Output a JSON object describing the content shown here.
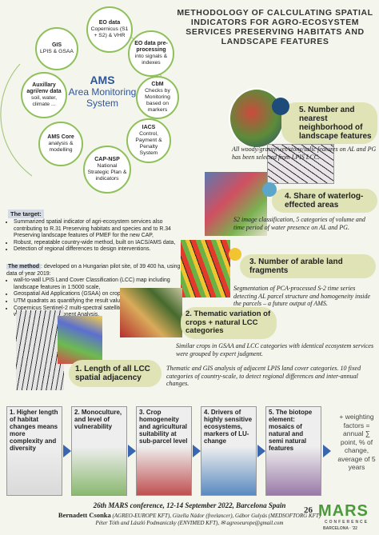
{
  "title": "METHODOLOGY OF CALCULATING SPATIAL INDICATORS FOR AGRO-ECOSYSTEM SERVICES PRESERVING HABITATS AND LANDSCAPE FEATURES",
  "ams": {
    "title": "AMS",
    "subtitle": "Area Monitoring System",
    "nodes": [
      {
        "title": "EO data",
        "text": "Copernicus (S1 + S2) & VHR"
      },
      {
        "title": "EO data pre-processing",
        "text": "into signals & indexes"
      },
      {
        "title": "CbM",
        "text": "Checks by Monitoring based on markers"
      },
      {
        "title": "IACS",
        "text": "Control, Payment & Penalty System"
      },
      {
        "title": "CAP-NSP",
        "text": "National Strategic Plan & indicators"
      },
      {
        "title": "AMS Core",
        "text": "analysis & modelling"
      },
      {
        "title": "Auxillary agri/env data",
        "text": "soil, water, climate ..."
      },
      {
        "title": "GIS",
        "text": "LPIS & GSAA"
      }
    ]
  },
  "target": {
    "header": "The target:",
    "items": [
      "Summarized spatial indicator of agri-ecosystem services also contributing to R.31 Preserving habitats and species and to R.34 Preserving landscape features of PMEF for the new CAP,",
      "Robust, repeatable country-wide method, built on IACS/AMS data,",
      "Detection of regional differences to design interventions."
    ]
  },
  "method": {
    "header": "The method",
    "intro": ": developed on a Hungarian pilot site, of 39 400 ha, using data of year 2019:",
    "items": [
      "wall-to-wall LPIS Land Cover Classification (LCC) map including landscape features in 1:5000 scale,",
      "Geospatial Aid Applications (GSAA) on crop parcel level,",
      "UTM quadrats as quantifying the result values,",
      "Copernicus Sentinel-2 multi-spectral satellite images, processed with Principal Component Analysis."
    ]
  },
  "indicators": [
    {
      "label": "5. Number and nearest neighborhood of landscape features",
      "desc": "All woody/grassy/wet/stony/salic features on AL and PG has been selected from LPIS LCC."
    },
    {
      "label": "4. Share of waterlog-effected areas",
      "desc": "S2 image classification, 5 categories of volume and time period of water presence on AL and PG."
    },
    {
      "label": "3. Number of arable land fragments",
      "desc": "Segmentation of PCA-processed S-2 time series detecting AL parcel structure and homogeneity inside the parcels – a future output of AMS."
    },
    {
      "label": "2. Thematic variation of crops + natural LCC categories",
      "desc": "Similar crops in GSAA and LCC categories with identical ecosystem services were grouped by expert judgment."
    },
    {
      "label": "1. Length of all LCC spatial adjacency",
      "desc": "Thematic and GIS analysis of adjacent LPIS land cover categories. 10 fixed categories of country-scale, to detect regional differences and inter-annual changes."
    }
  ],
  "bottom": [
    "1. Higher length of habitat changes means more complexity and diversity",
    "2. Monoculture, and level of vulnerability",
    "3. Crop homogeneity and agricultural suitability at sub-parcel level",
    "4. Drivers of highly sensitive ecosystems, markers of LU-change",
    "5. The biotope element: mosaics of natural and semi natural features"
  ],
  "summary": "+ weighting factors = annual ∑ point, % of change, average of 5 years",
  "footer": {
    "conference": "26th MARS conference, 12-14 September 2022, Barcelona Spain",
    "authors_bold": "Bernadett Csonka",
    "authors": "(AGREO-EUROPE KFT), Gizella Nádor (freelancer), Gábor Gulyás (MEDSOFTORG KFT)",
    "authors2": "Péter Tóth and László Podmaniczky (ENVIMED KFT), ✉ agreoeurope@gmail.com"
  },
  "logo": {
    "num": "26",
    "name": "MARS",
    "sub": "CONFERENCE",
    "city": "BARCELONA · '22"
  },
  "colors": {
    "green": "#8fc05a",
    "yellow": "#e8ea8e",
    "blue": "#3a66b0"
  }
}
